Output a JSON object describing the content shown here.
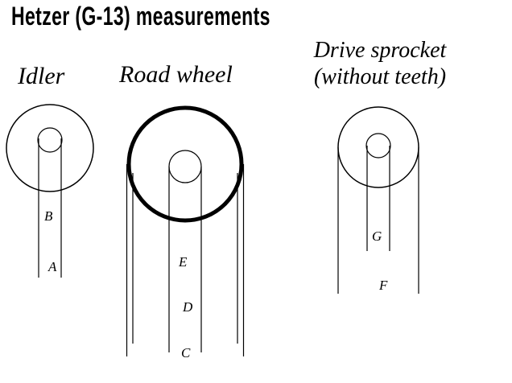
{
  "title": "Hetzer (G-13) measurements",
  "colors": {
    "ink": "#000000",
    "background": "#ffffff"
  },
  "idler": {
    "heading": "Idler",
    "label_b": "B",
    "label_a": "A"
  },
  "road_wheel": {
    "heading": "Road wheel",
    "label_e": "E",
    "label_d": "D",
    "label_c": "C"
  },
  "drive_sprocket": {
    "heading_line1": "Drive sprocket",
    "heading_line2": "(without teeth)",
    "label_g": "G",
    "label_f": "F"
  }
}
